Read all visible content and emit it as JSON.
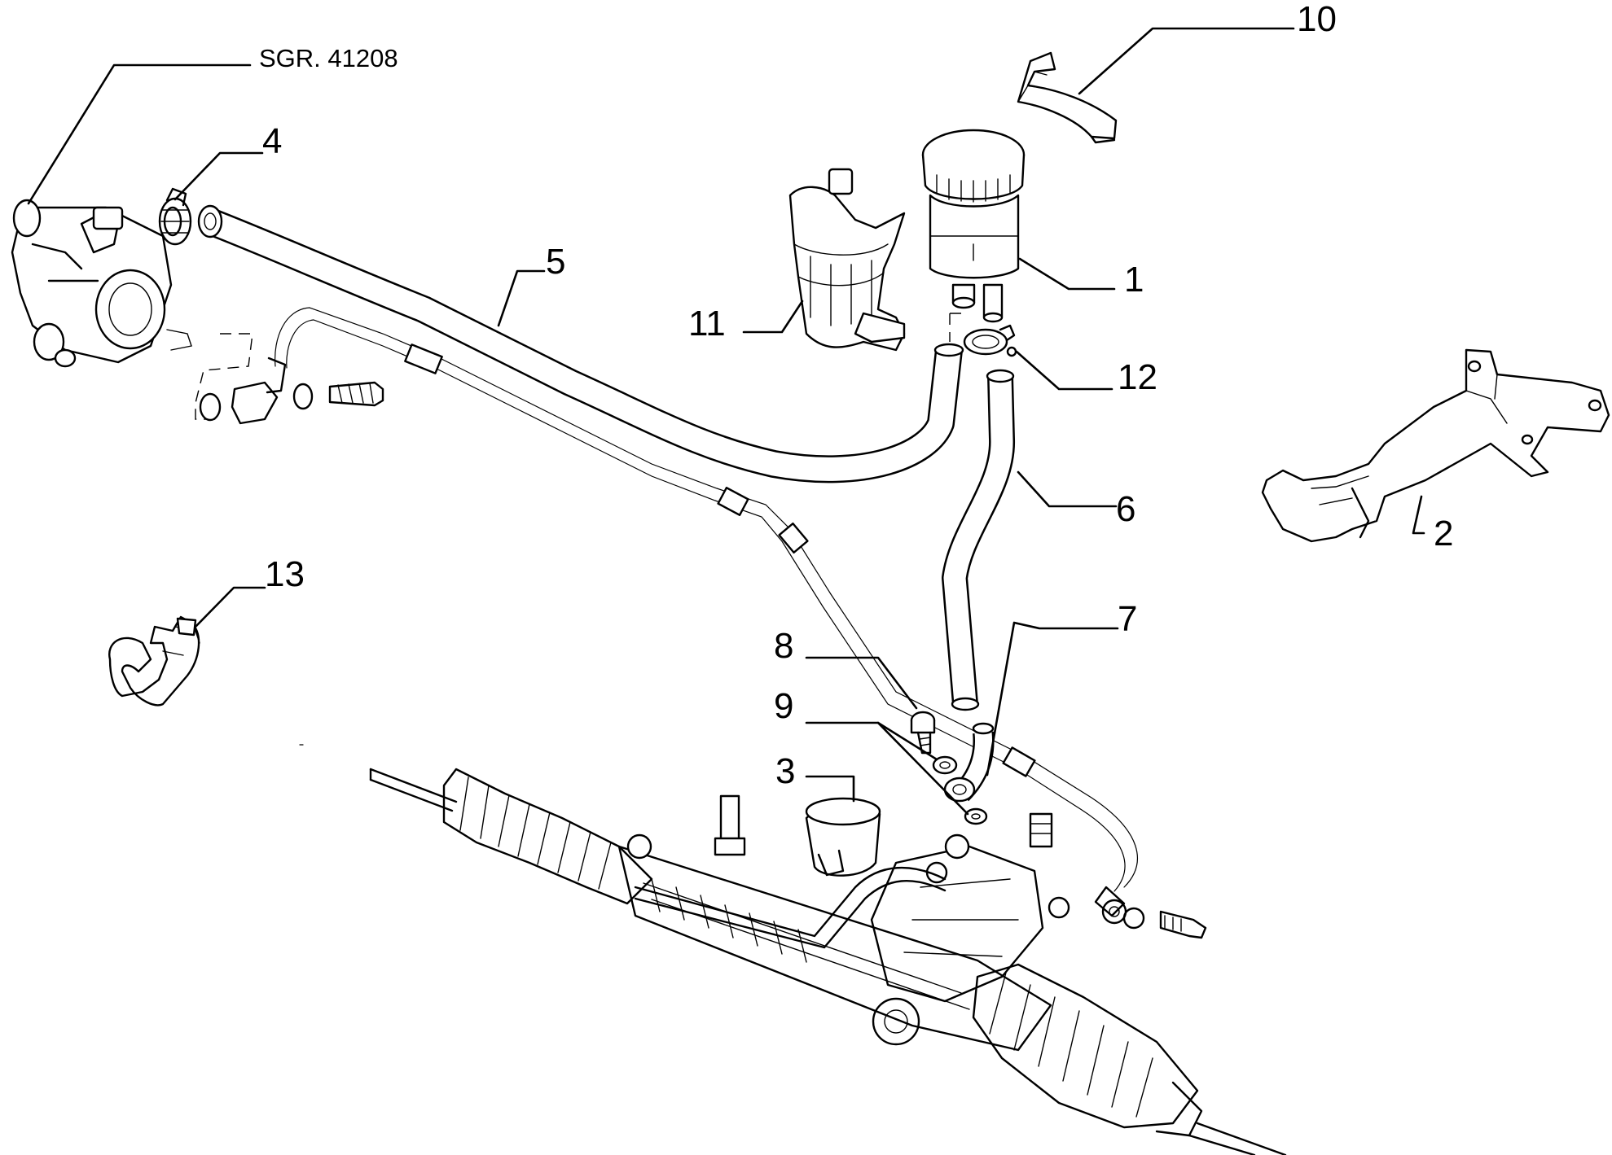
{
  "diagram": {
    "reference": "SGR. 41208",
    "callouts": [
      {
        "id": "1",
        "label": "1"
      },
      {
        "id": "2",
        "label": "2"
      },
      {
        "id": "3",
        "label": "3"
      },
      {
        "id": "4",
        "label": "4"
      },
      {
        "id": "5",
        "label": "5"
      },
      {
        "id": "6",
        "label": "6"
      },
      {
        "id": "7",
        "label": "7"
      },
      {
        "id": "8",
        "label": "8"
      },
      {
        "id": "9",
        "label": "9"
      },
      {
        "id": "10",
        "label": "10"
      },
      {
        "id": "11",
        "label": "11"
      },
      {
        "id": "12",
        "label": "12"
      },
      {
        "id": "13",
        "label": "13"
      }
    ],
    "colors": {
      "line": "#000000",
      "background": "#ffffff"
    }
  }
}
